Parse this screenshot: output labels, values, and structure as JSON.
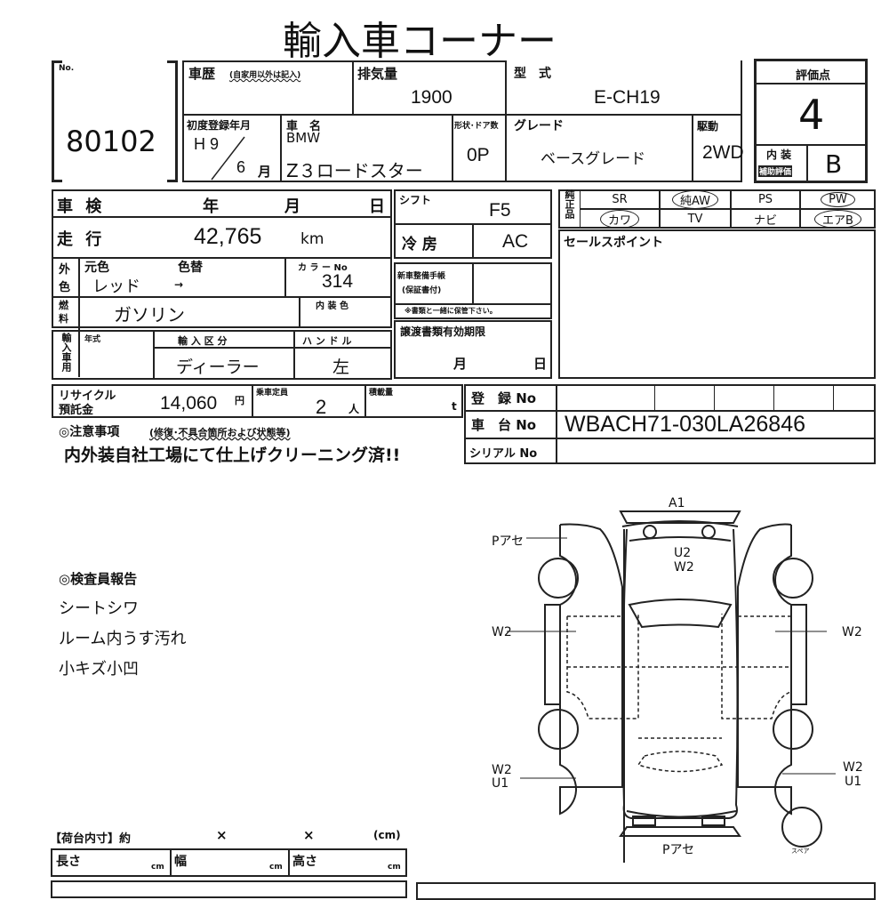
{
  "title": "輸入車コーナー",
  "lot": {
    "no_label": "No.",
    "number": "80102"
  },
  "history": {
    "label": "車歴",
    "note": "(自家用以外は記入)"
  },
  "displacement": {
    "label": "排気量",
    "value": "1900"
  },
  "model_code": {
    "label": "型　式",
    "value": "E-CH19"
  },
  "first_reg": {
    "label": "初度登録年月",
    "year": "H 9",
    "month": "6",
    "month_unit": "月"
  },
  "car_name": {
    "label": "車　名",
    "maker": "BMW",
    "model": "Z３ロードスター"
  },
  "body_doors": {
    "label": "形状･ドア数",
    "value": "0P"
  },
  "grade": {
    "label": "グレード",
    "value": "ベースグレード"
  },
  "drive": {
    "label": "駆動",
    "value": "2WD"
  },
  "score": {
    "label": "評価点",
    "value": "4",
    "interior_label_1": "内 装",
    "interior_label_2": "補助評価",
    "interior_value": "B"
  },
  "inspection": {
    "label": "車 検",
    "year": "年",
    "month": "月",
    "day": "日"
  },
  "mileage": {
    "label": "走 行",
    "value": "42,765",
    "unit": "km"
  },
  "exterior": {
    "label_1": "外",
    "label_2": "色",
    "orig_label": "元色",
    "orig_value": "レッド",
    "change_label": "色替",
    "change_value": "→",
    "color_no_label": "カ ラ ー No",
    "color_no": "314"
  },
  "fuel": {
    "label_1": "燃",
    "label_2": "料",
    "value": "ガソリン",
    "interior_color_label": "内 装 色"
  },
  "import": {
    "label": "輸入車用",
    "year_label": "年式",
    "type_label": "輸 入 区 分",
    "type_value": "ディーラー",
    "handle_label": "ハ ン ド ル",
    "handle_value": "左"
  },
  "recycle": {
    "label_1": "リサイクル",
    "label_2": "預託金",
    "value": "14,060",
    "unit": "円"
  },
  "capacity": {
    "label": "乗車定員",
    "value": "2",
    "unit": "人"
  },
  "load": {
    "label": "積載量",
    "unit": "t"
  },
  "shift": {
    "label": "シフト",
    "value": "F5"
  },
  "ac": {
    "label": "冷 房",
    "value": "AC"
  },
  "service_book": {
    "label_1": "新車整備手帳",
    "label_2": "(保証書付)",
    "note": "※書類と一緒に保管下さい。"
  },
  "transfer": {
    "label": "譲渡書類有効期限",
    "month": "月",
    "day": "日"
  },
  "options": {
    "label": "純正品",
    "items": [
      {
        "label": "SR",
        "circled": false
      },
      {
        "label": "純AW",
        "circled": true
      },
      {
        "label": "PS",
        "circled": false
      },
      {
        "label": "PW",
        "circled": true
      },
      {
        "label": "カワ",
        "circled": true
      },
      {
        "label": "TV",
        "circled": false
      },
      {
        "label": "ナビ",
        "circled": false
      },
      {
        "label": "エアB",
        "circled": true
      }
    ]
  },
  "sales_point": {
    "label": "セールスポイント"
  },
  "registration": {
    "reg_label": "登　録 No",
    "chassis_label": "車　台 No",
    "chassis_value": "WBACH71-030LA26846",
    "serial_label": "シリアル No"
  },
  "notes": {
    "label": "◎注意事項",
    "sub": "(修復･不具合箇所および状態等)",
    "text": "内外装自社工場にて仕上げクリーニング済!!"
  },
  "inspector": {
    "label": "◎検査員報告",
    "lines": [
      "シートシワ",
      "ルーム内うす汚れ",
      "小キズ小凹"
    ]
  },
  "diagram": {
    "front": "A1",
    "front_left": "Pアセ",
    "hood": "U2",
    "hood2": "W2",
    "left_door": "W2",
    "right_door": "W2",
    "left_rear_1": "W2",
    "left_rear_2": "U1",
    "right_rear_1": "W2",
    "right_rear_2": "U1",
    "rear": "Pアセ",
    "spare": "スペア"
  },
  "cargo": {
    "label": "【荷台内寸】約",
    "x1": "×",
    "x2": "×",
    "unit": "(cm)",
    "length": "長さ",
    "width": "幅",
    "height": "高さ",
    "cm": "cm"
  }
}
